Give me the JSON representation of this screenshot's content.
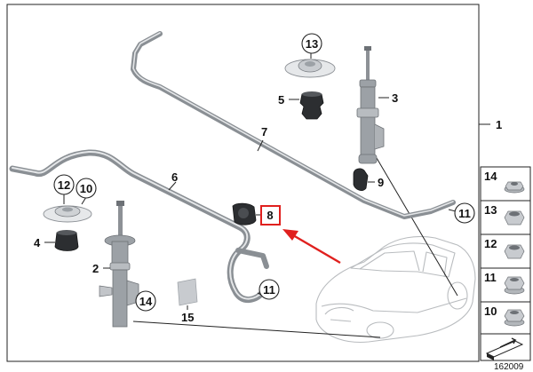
{
  "diagram": {
    "assembly_label": "1",
    "callouts": {
      "stabilizer_front": "6",
      "stabilizer_rear": "7",
      "bushing_highlight": "8",
      "bump_stop": "5",
      "strut_mount": "13",
      "shock_rear": "3",
      "rubber_bushing_rear": "9",
      "nut_right": "11",
      "spring_pad_12": "12",
      "spring_pad_10": "10",
      "rubber_mount_front": "4",
      "strut_front": "2",
      "callout_14": "14",
      "nut_front_link": "11",
      "plate_label": "15"
    },
    "hardware_panel": {
      "items": [
        {
          "label": "14",
          "icon": "flange-nut-icon"
        },
        {
          "label": "13",
          "icon": "hex-nut-icon"
        },
        {
          "label": "12",
          "icon": "hex-nut-icon"
        },
        {
          "label": "11",
          "icon": "flange-nut-icon"
        },
        {
          "label": "10",
          "icon": "flange-nut-icon"
        }
      ]
    },
    "drawing_number": "162009",
    "colors": {
      "highlight": "#e0201e",
      "arrow": "#e0201e",
      "part_metal": "#9ca1a6",
      "part_rubber": "#2c2e31",
      "car_outline": "#b9bcbf"
    }
  }
}
